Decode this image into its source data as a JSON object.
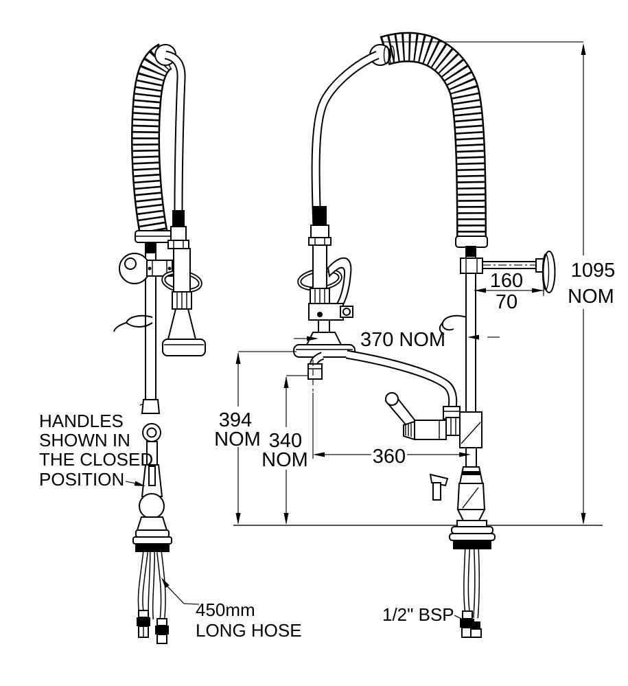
{
  "diagram": {
    "kind": "technical-drawing",
    "colors": {
      "ink": "#000000",
      "paper": "#ffffff"
    },
    "dimensions": {
      "overall_height": {
        "value": "1095",
        "note": "NOM"
      },
      "bracket_length": {
        "value": "160"
      },
      "bracket_offset": {
        "value": "70"
      },
      "spray_clearance": {
        "value": "370 NOM"
      },
      "spout_base_height": {
        "value": "394",
        "note": "NOM"
      },
      "outlet_height": {
        "value": "340",
        "note": "NOM"
      },
      "outlet_reach": {
        "value": "360"
      }
    },
    "notes": {
      "handles": {
        "line1": "HANDLES",
        "line2": "SHOWN IN",
        "line3": "THE CLOSED",
        "line4": "POSITION"
      },
      "hose": {
        "line1": "450mm",
        "line2": "LONG HOSE"
      },
      "connection": {
        "text": "1/2\" BSP"
      }
    }
  }
}
